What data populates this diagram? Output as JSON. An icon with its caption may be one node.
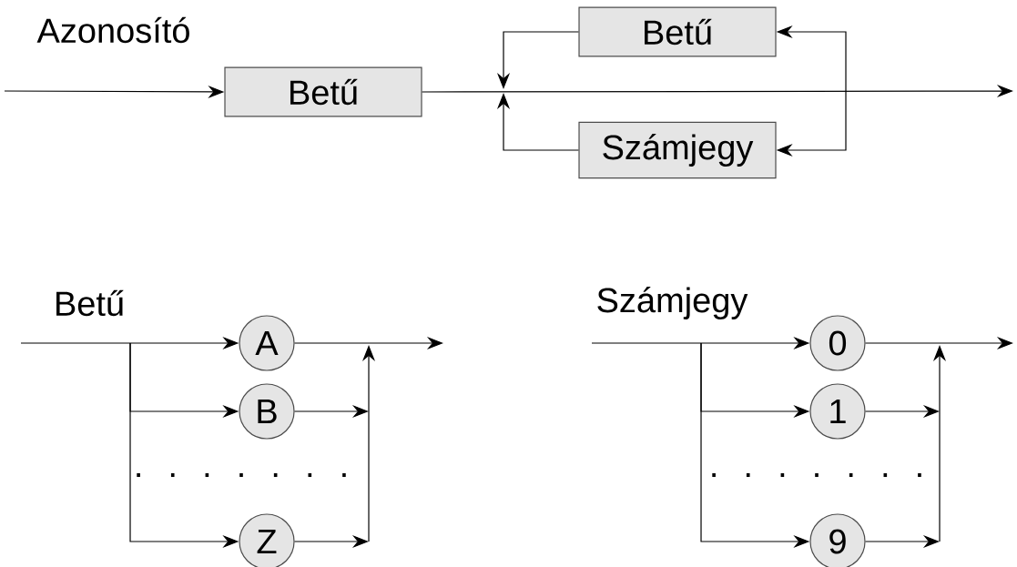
{
  "diagram": {
    "nodes": [
      {
        "text": [
          "Betű"
        ]
      },
      {
        "text": [
          "Betű"
        ]
      },
      {
        "text": [
          "Számjegy"
        ]
      },
      {
        "text": [
          "A"
        ]
      },
      {
        "text": [
          "B"
        ]
      },
      {
        "text": [
          "Z"
        ]
      },
      {
        "text": [
          "0"
        ]
      },
      {
        "text": [
          "1"
        ]
      },
      {
        "text": [
          "9"
        ]
      }
    ],
    "edges": [
      {
        "from": null,
        "to": 0,
        "arrow": "to"
      },
      {
        "from": 0,
        "to": null,
        "arrow": "to"
      },
      {
        "from": null,
        "to": 1,
        "arrow": "to"
      },
      {
        "from": 1,
        "to": null,
        "arrow": "to"
      },
      {
        "from": null,
        "to": 2,
        "arrow": "to"
      },
      {
        "from": 2,
        "to": null,
        "arrow": "to"
      },
      {
        "from": null,
        "to": 3,
        "arrow": "to"
      },
      {
        "from": null,
        "to": 4,
        "arrow": "to"
      },
      {
        "from": null,
        "to": 5,
        "arrow": "to"
      },
      {
        "from": 3,
        "to": null,
        "arrow": "to"
      },
      {
        "from": 4,
        "to": null,
        "arrow": "to"
      },
      {
        "from": 5,
        "to": null,
        "arrow": "to"
      },
      {
        "from": null,
        "to": 6,
        "arrow": "to"
      },
      {
        "from": null,
        "to": 7,
        "arrow": "to"
      },
      {
        "from": null,
        "to": 8,
        "arrow": "to"
      },
      {
        "from": 6,
        "to": null,
        "arrow": "to"
      },
      {
        "from": 7,
        "to": null,
        "arrow": "to"
      },
      {
        "from": 8,
        "to": null,
        "arrow": "to"
      }
    ],
    "labels": [
      "Azonosító",
      "Betű",
      "Számjegy",
      ". . . . . . .",
      ". . . . . . ."
    ]
  }
}
